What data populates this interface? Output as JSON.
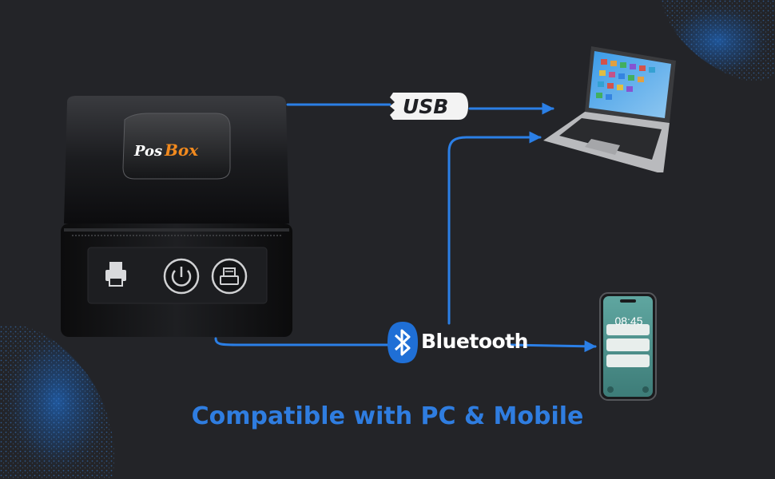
{
  "brand": {
    "logo_part1": "Pos",
    "logo_part2": "Box"
  },
  "connections": {
    "usb_label": "USB",
    "bluetooth_label": "Bluetooth"
  },
  "phone": {
    "time": "08:45"
  },
  "caption": "Compatible with PC & Mobile",
  "colors": {
    "background": "#232428",
    "accent": "#2f7de0",
    "connector_line": "#2b7fe6",
    "logo_orange": "#f28a1e"
  },
  "icons": [
    "print-icon",
    "power-icon",
    "paper-feed-icon",
    "bluetooth-icon"
  ]
}
